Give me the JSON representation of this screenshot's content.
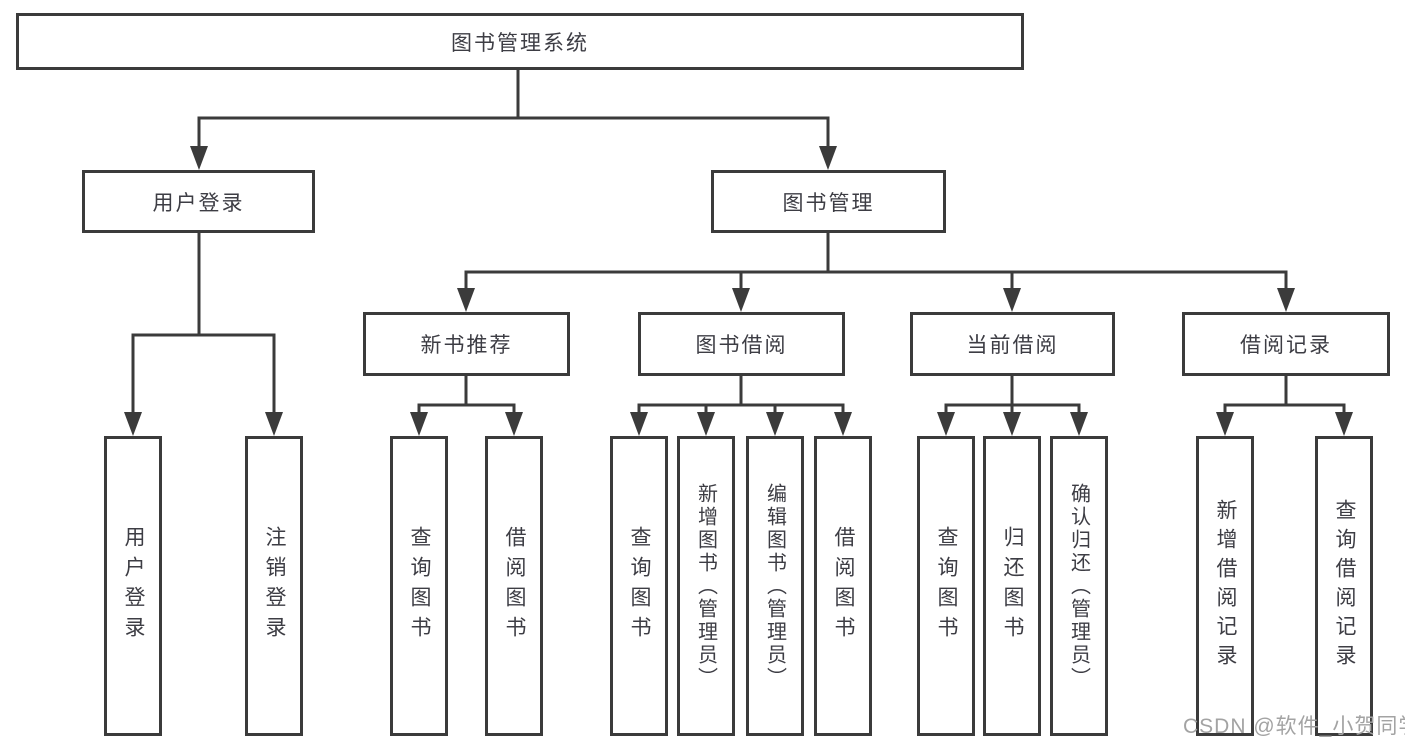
{
  "diagram": {
    "type": "tree",
    "root": {
      "label": "图书管理系统",
      "children": [
        {
          "label": "用户登录",
          "children": [
            {
              "label": "用户登录"
            },
            {
              "label": "注销登录"
            }
          ]
        },
        {
          "label": "图书管理",
          "children": [
            {
              "label": "新书推荐",
              "children": [
                {
                  "label": "查询图书"
                },
                {
                  "label": "借阅图书"
                }
              ]
            },
            {
              "label": "图书借阅",
              "children": [
                {
                  "label": "查询图书"
                },
                {
                  "label": "新增图书（管理员）"
                },
                {
                  "label": "编辑图书（管理员）"
                },
                {
                  "label": "借阅图书"
                }
              ]
            },
            {
              "label": "当前借阅",
              "children": [
                {
                  "label": "查询图书"
                },
                {
                  "label": "归还图书"
                },
                {
                  "label": "确认归还（管理员）"
                }
              ]
            },
            {
              "label": "借阅记录",
              "children": [
                {
                  "label": "新增借阅记录"
                },
                {
                  "label": "查询借阅记录"
                }
              ]
            }
          ]
        }
      ]
    },
    "colors": {
      "line": "#3b3b3b",
      "text": "#3d3d44",
      "background": "#ffffff",
      "watermark": "#a3a3a3"
    }
  },
  "watermark": {
    "text": "CSDN @软件_小贺同学"
  }
}
